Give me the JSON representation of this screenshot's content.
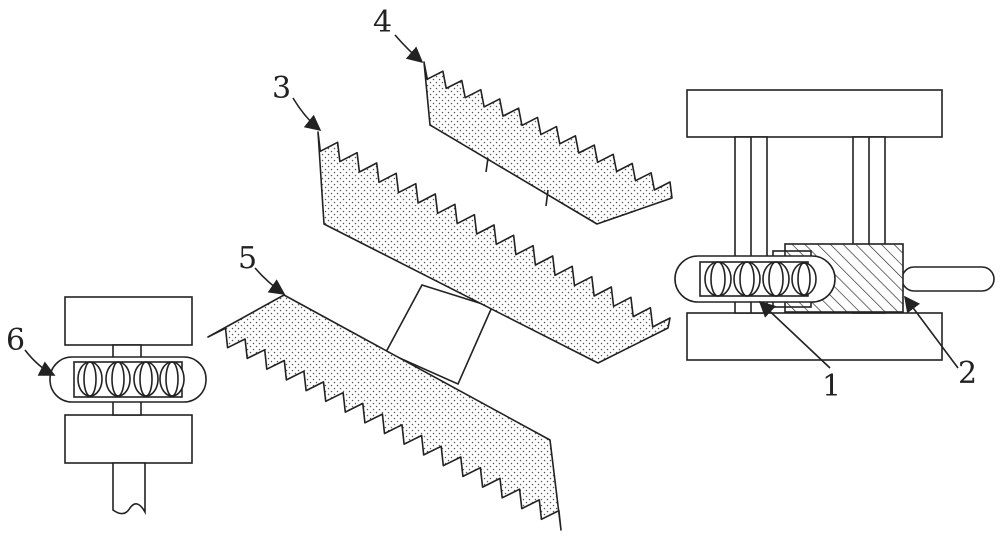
{
  "labels": {
    "part1": "1",
    "part2": "2",
    "part3": "3",
    "part4": "4",
    "part5": "5",
    "part6": "6"
  },
  "colors": {
    "line": "#222222",
    "stipple": "#555555",
    "background": "#ffffff"
  }
}
